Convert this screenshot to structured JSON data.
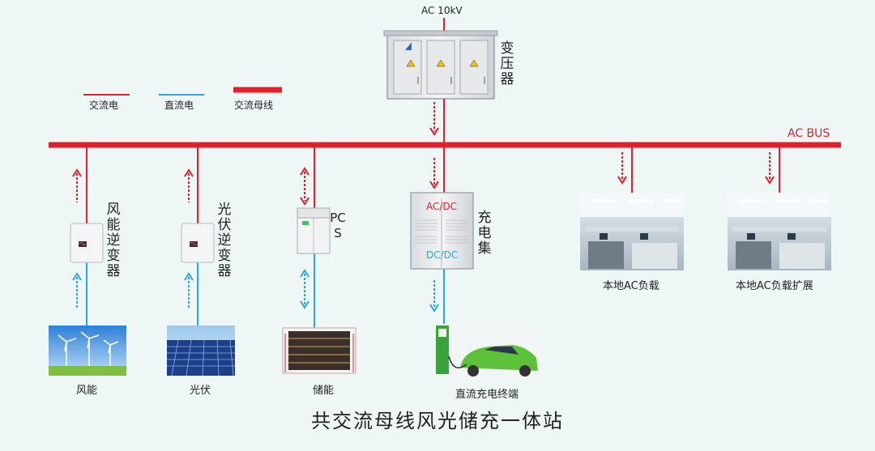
{
  "title": "共交流母线风光储充一体站",
  "grid_label": "AC 10kV",
  "bus_label": "AC BUS",
  "legend": [
    {
      "label": "交流电",
      "color": "#e0202a"
    },
    {
      "label": "直流电",
      "color": "#2aa7e0"
    },
    {
      "label": "交流母线",
      "color": "#e0202a"
    }
  ],
  "transformer": {
    "label": "变压器"
  },
  "inverters": [
    {
      "label": "风能逆变器"
    },
    {
      "label": "光伏逆变器"
    }
  ],
  "pcs": {
    "label": "PCS"
  },
  "charger": {
    "label": "充电集",
    "top_text": "AC/DC",
    "bottom_text": "DC/DC"
  },
  "sources": [
    {
      "label": "风能"
    },
    {
      "label": "光伏"
    },
    {
      "label": "储能"
    },
    {
      "label": "直流充电终端"
    }
  ],
  "loads": [
    {
      "label": "本地AC负载"
    },
    {
      "label": "本地AC负载扩展"
    }
  ],
  "colors": {
    "ac": "#e0202a",
    "dc": "#2aa7e0",
    "bus": "#e0202a"
  }
}
